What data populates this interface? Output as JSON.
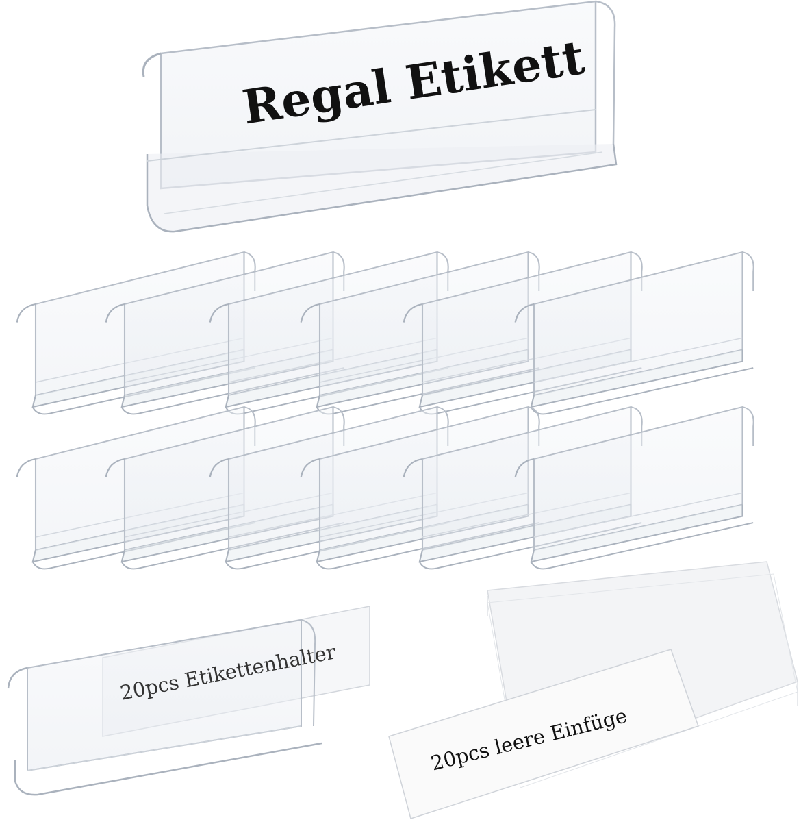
{
  "main_label": "Regal Etikett",
  "holder_caption": "20pcs Etikettenhalter",
  "inserts_caption": "20pcs leere Einfüge",
  "colors": {
    "background": "#ffffff",
    "plastic_stroke": "#b7bec8",
    "plastic_fill": "#eef1f5",
    "insert_fill": "#fafafa",
    "text": "#111111"
  },
  "holder_grid": {
    "rows": 2,
    "columns": 6
  }
}
